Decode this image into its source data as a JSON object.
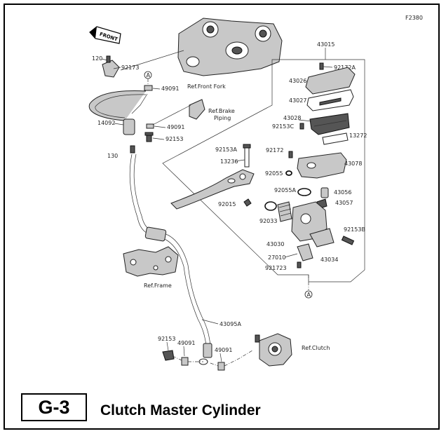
{
  "figure_code": "F2380",
  "front_label": "FRONT",
  "section": {
    "code": "G-3",
    "title": "Clutch Master Cylinder"
  },
  "refs": {
    "front_fork": "Ref.Front Fork",
    "brake_piping_line1": "Ref.Brake",
    "brake_piping_line2": "Piping",
    "frame": "Ref.Frame",
    "clutch": "Ref.Clutch"
  },
  "callout": "A",
  "labels": {
    "l120": "120",
    "l92173": "92173",
    "l49091": "49091",
    "l49091b": "49091",
    "l14092": "14092",
    "l92153": "92153",
    "l130": "130",
    "l43015": "43015",
    "l92172a": "92172A",
    "l43026": "43026",
    "l43027": "43027",
    "l43028": "43028",
    "l92153c": "92153C",
    "l13272": "13272",
    "l92153a": "92153A",
    "l92172": "92172",
    "l13236": "13236",
    "l92055": "92055",
    "l43078": "43078",
    "l92055a": "92055A",
    "l43056": "43056",
    "l43057": "43057",
    "l92015": "92015",
    "l92033": "92033",
    "l92153b": "92153B",
    "l43030": "43030",
    "l27010": "27010",
    "l921723": "921723",
    "l43034": "43034",
    "l43095a": "43095A",
    "l92153d": "92153",
    "l49091c": "49091",
    "l49091d": "49091"
  }
}
